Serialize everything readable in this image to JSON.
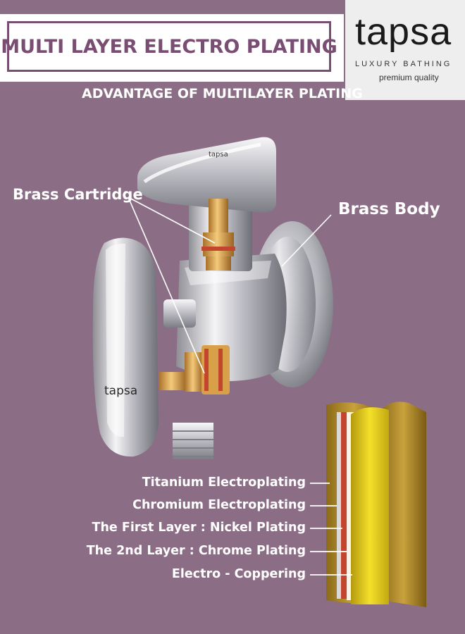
{
  "banner": {
    "title": "MULTI LAYER ELECTRO PLATING"
  },
  "logo": {
    "word": "tapsa",
    "subtitle": "LUXURY BATHING",
    "tagline": "premium quality"
  },
  "subtitle": "ADVANTAGE OF MULTILAYER PLATING",
  "callouts": {
    "cartridge": "Brass Cartridge",
    "body": "Brass Body"
  },
  "product_engraving": "tapsa",
  "layers": [
    {
      "label": "Titanium Electroplating"
    },
    {
      "label": "Chromium Electroplating"
    },
    {
      "label": "The First Layer : Nickel Plating"
    },
    {
      "label": "The 2nd Layer : Chrome Plating"
    },
    {
      "label": "Electro - Coppering"
    }
  ],
  "colors": {
    "background": "#8c6d86",
    "accent": "#7a4e73",
    "chrome": "#c9c9cf",
    "brass": "#d9a04a",
    "gold_layer": "#e8d21a",
    "copper_layer": "#c2462e"
  }
}
